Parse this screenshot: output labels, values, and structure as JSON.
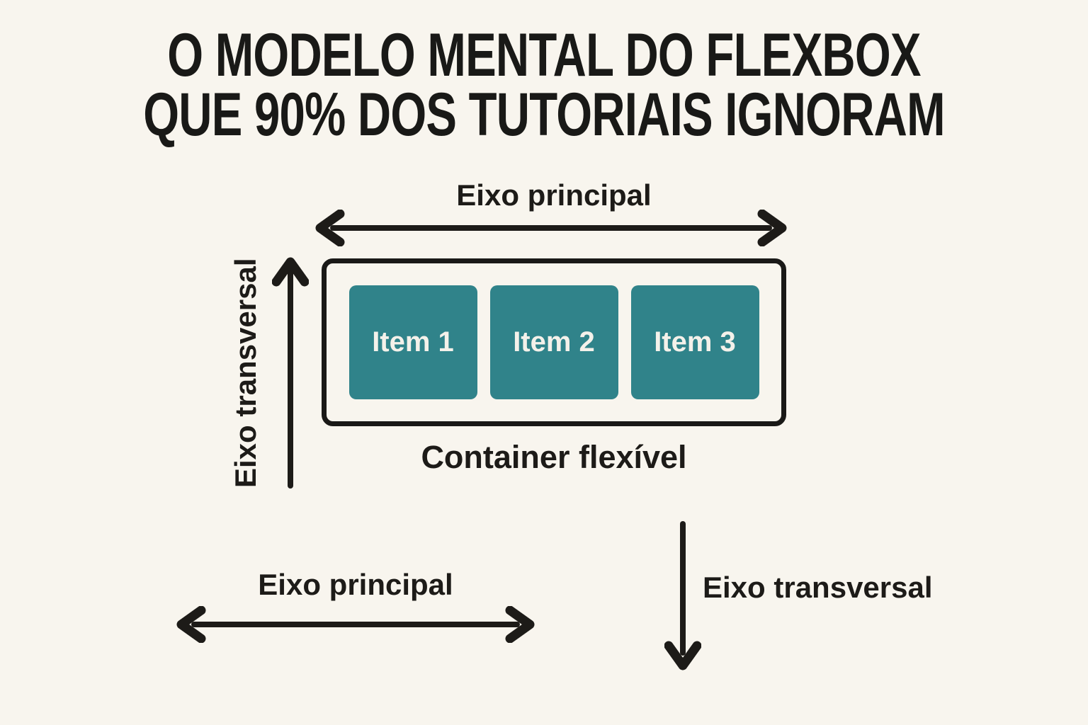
{
  "title": {
    "line1": "O MODELO MENTAL DO FLEXBOX",
    "line2": "QUE 90% DOS TUTORIAIS IGNORAM"
  },
  "diagram": {
    "main_axis_label": "Eixo principal",
    "cross_axis_label": "Eixo transversal",
    "container_label": "Container flexível",
    "items": [
      "Item 1",
      "Item 2",
      "Item 3"
    ]
  },
  "legend": {
    "main_axis_label": "Eixo principal",
    "cross_axis_label": "Eixo transversal"
  },
  "colors": {
    "background": "#f8f5ee",
    "ink": "#1d1b18",
    "item_fill": "#30838a",
    "item_text": "#f4f1ea"
  }
}
